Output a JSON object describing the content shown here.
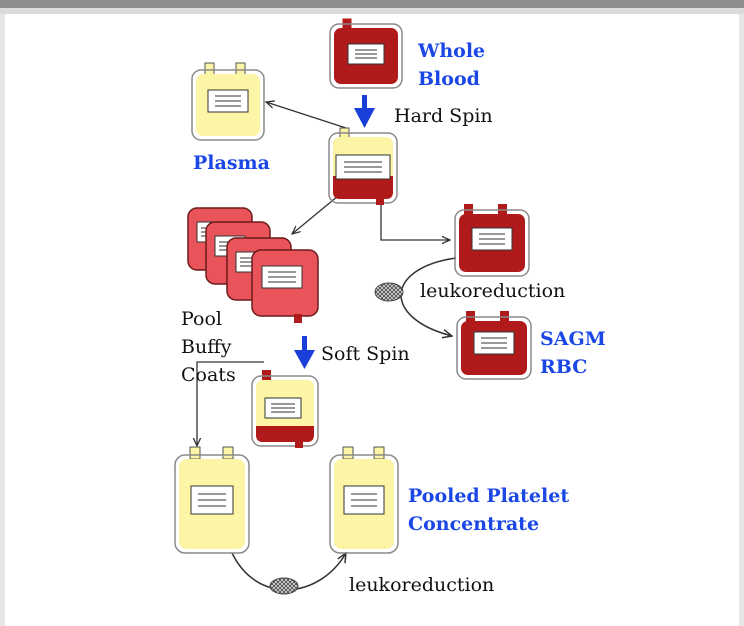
{
  "labels": {
    "whole_blood_1": "Whole",
    "whole_blood_2": "Blood",
    "hard_spin": "Hard Spin",
    "plasma": "Plasma",
    "leukoreduction_top": "leukoreduction",
    "sagm_1": "SAGM",
    "sagm_2": "RBC",
    "pool_1": "Pool",
    "pool_2": "Buffy",
    "pool_3": "Coats",
    "soft_spin": "Soft Spin",
    "ppc_1": "Pooled Platelet",
    "ppc_2": "Concentrate",
    "leukoreduction_bottom": "leukoreduction"
  },
  "colors": {
    "bag_red": "#b01a1a",
    "bag_red_light": "#e8545a",
    "bag_yellow": "#fbf5a5",
    "label_blue": "#1a47e6",
    "spin_arrow_blue": "#1a3fd9"
  }
}
